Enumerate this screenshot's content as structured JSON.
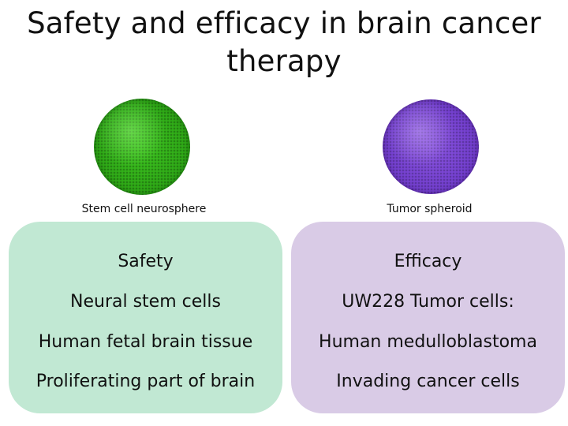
{
  "slide": {
    "title_line1": "Safety and efficacy in brain cancer",
    "title_line2": "therapy"
  },
  "images": {
    "stem_cell": {
      "caption": "Stem cell neurosphere",
      "color": "#2faa17"
    },
    "tumor": {
      "caption": "Tumor spheroid",
      "color": "#7440cf"
    }
  },
  "panels": {
    "safety": {
      "heading": "Safety",
      "lines": [
        "Neural stem cells",
        "Human fetal brain tissue",
        "Proliferating part of brain"
      ],
      "background": "#c1e8d3"
    },
    "efficacy": {
      "heading": "Efficacy",
      "lines": [
        "UW228 Tumor cells:",
        "Human medulloblastoma",
        "Invading cancer cells"
      ],
      "background": "#d9cbe6"
    }
  }
}
